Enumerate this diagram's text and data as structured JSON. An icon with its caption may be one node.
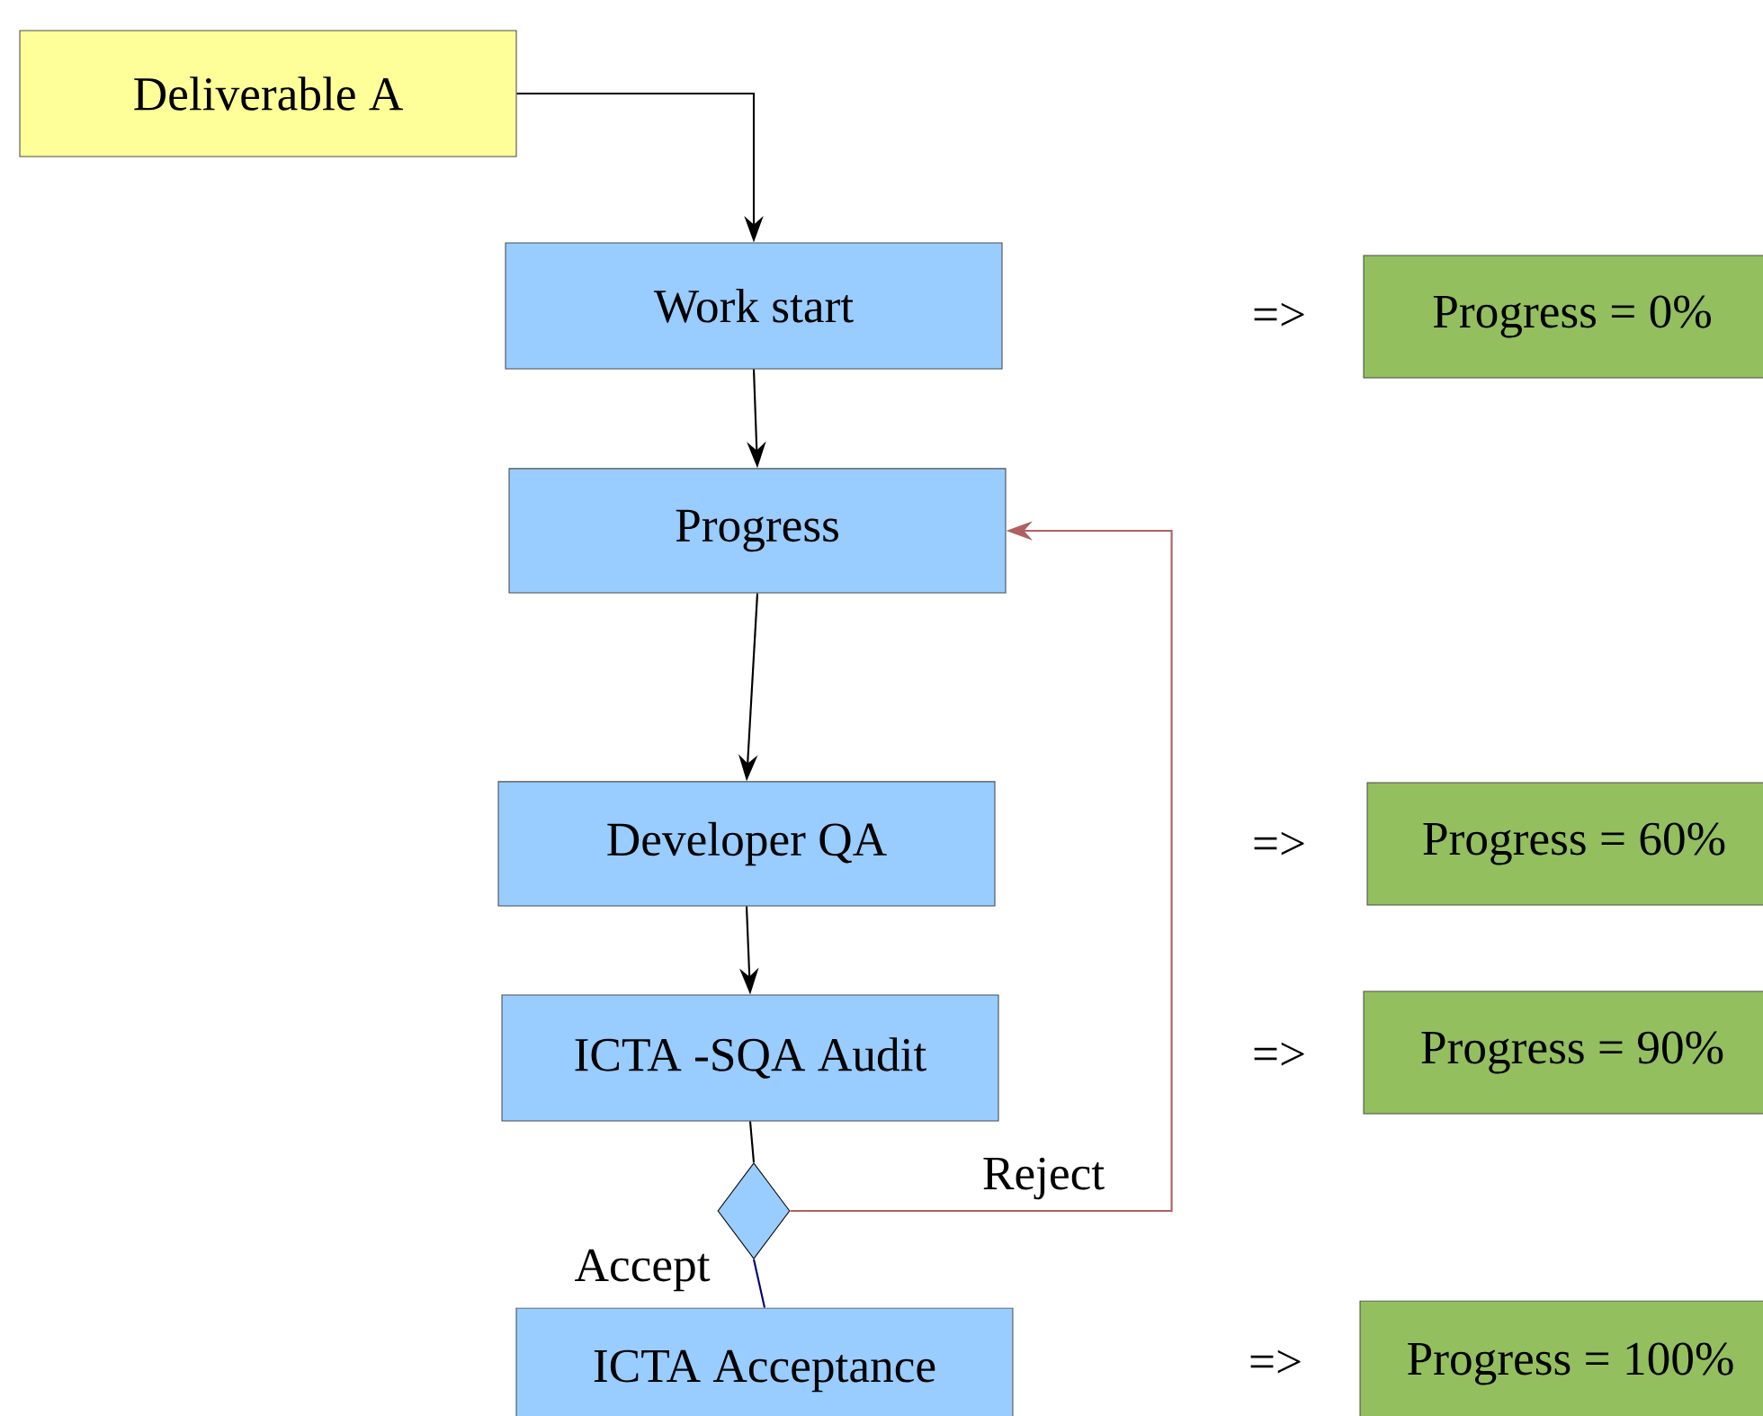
{
  "diagram": {
    "nodes": [
      {
        "text": [
          "Deliverable A"
        ]
      },
      {
        "text": [
          "Work start"
        ]
      },
      {
        "text": [
          "Progress"
        ]
      },
      {
        "text": [
          "Developer QA"
        ]
      },
      {
        "text": [
          "ICTA -SQA Audit"
        ]
      },
      {
        "text": [],
        "shape": "diamond"
      },
      {
        "text": [
          "ICTA Acceptance"
        ]
      },
      {
        "text": [
          "Progress = 0%"
        ]
      },
      {
        "text": [
          "Progress = 60%"
        ]
      },
      {
        "text": [
          "Progress = 90%"
        ]
      },
      {
        "text": [
          "Progress = 100%"
        ]
      }
    ],
    "edges": [
      {
        "from": 0,
        "to": 1,
        "arrow": "to"
      },
      {
        "from": 1,
        "to": 2,
        "arrow": "to"
      },
      {
        "from": 2,
        "to": 3,
        "arrow": "to"
      },
      {
        "from": 3,
        "to": 4,
        "arrow": "to"
      },
      {
        "from": 4,
        "to": 5,
        "arrow": "none"
      },
      {
        "from": 5,
        "to": 2,
        "arrow": "to",
        "label": "Reject",
        "color": "#b06060"
      },
      {
        "from": 5,
        "to": 6,
        "arrow": "none",
        "label": "Accept",
        "color": "#000080"
      }
    ],
    "labels": [
      "=>",
      "=>",
      "=>",
      "=>"
    ]
  }
}
